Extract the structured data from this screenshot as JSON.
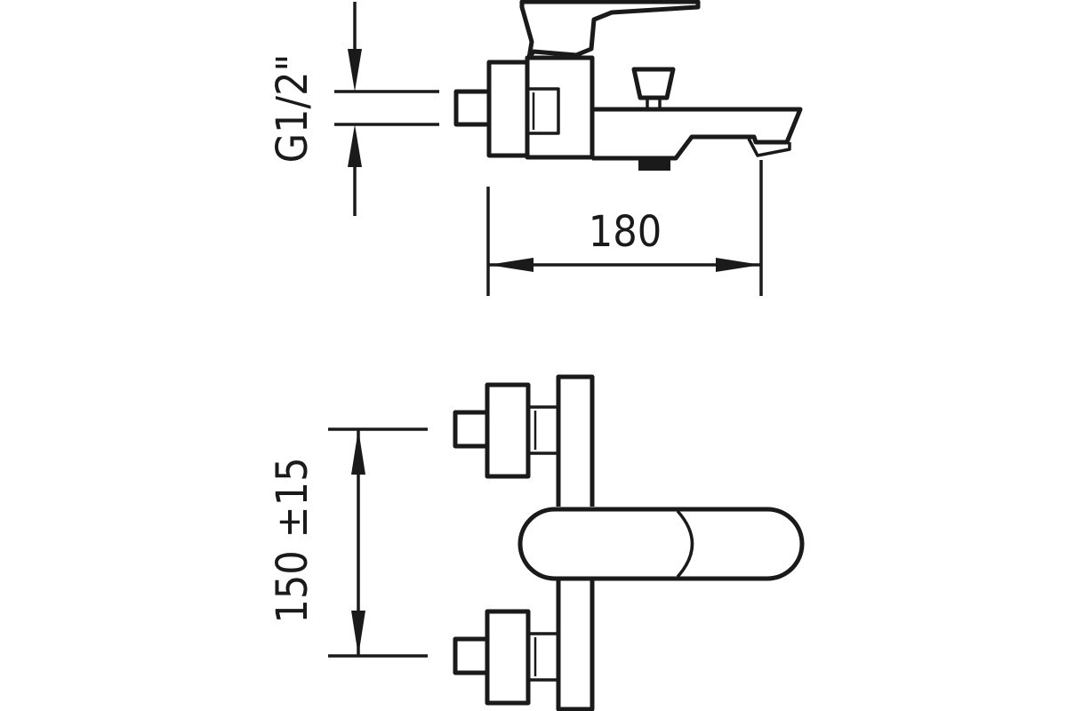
{
  "dimensions": {
    "thread": "G1/2\"",
    "depth": "180",
    "spacing": "150 ±15"
  }
}
